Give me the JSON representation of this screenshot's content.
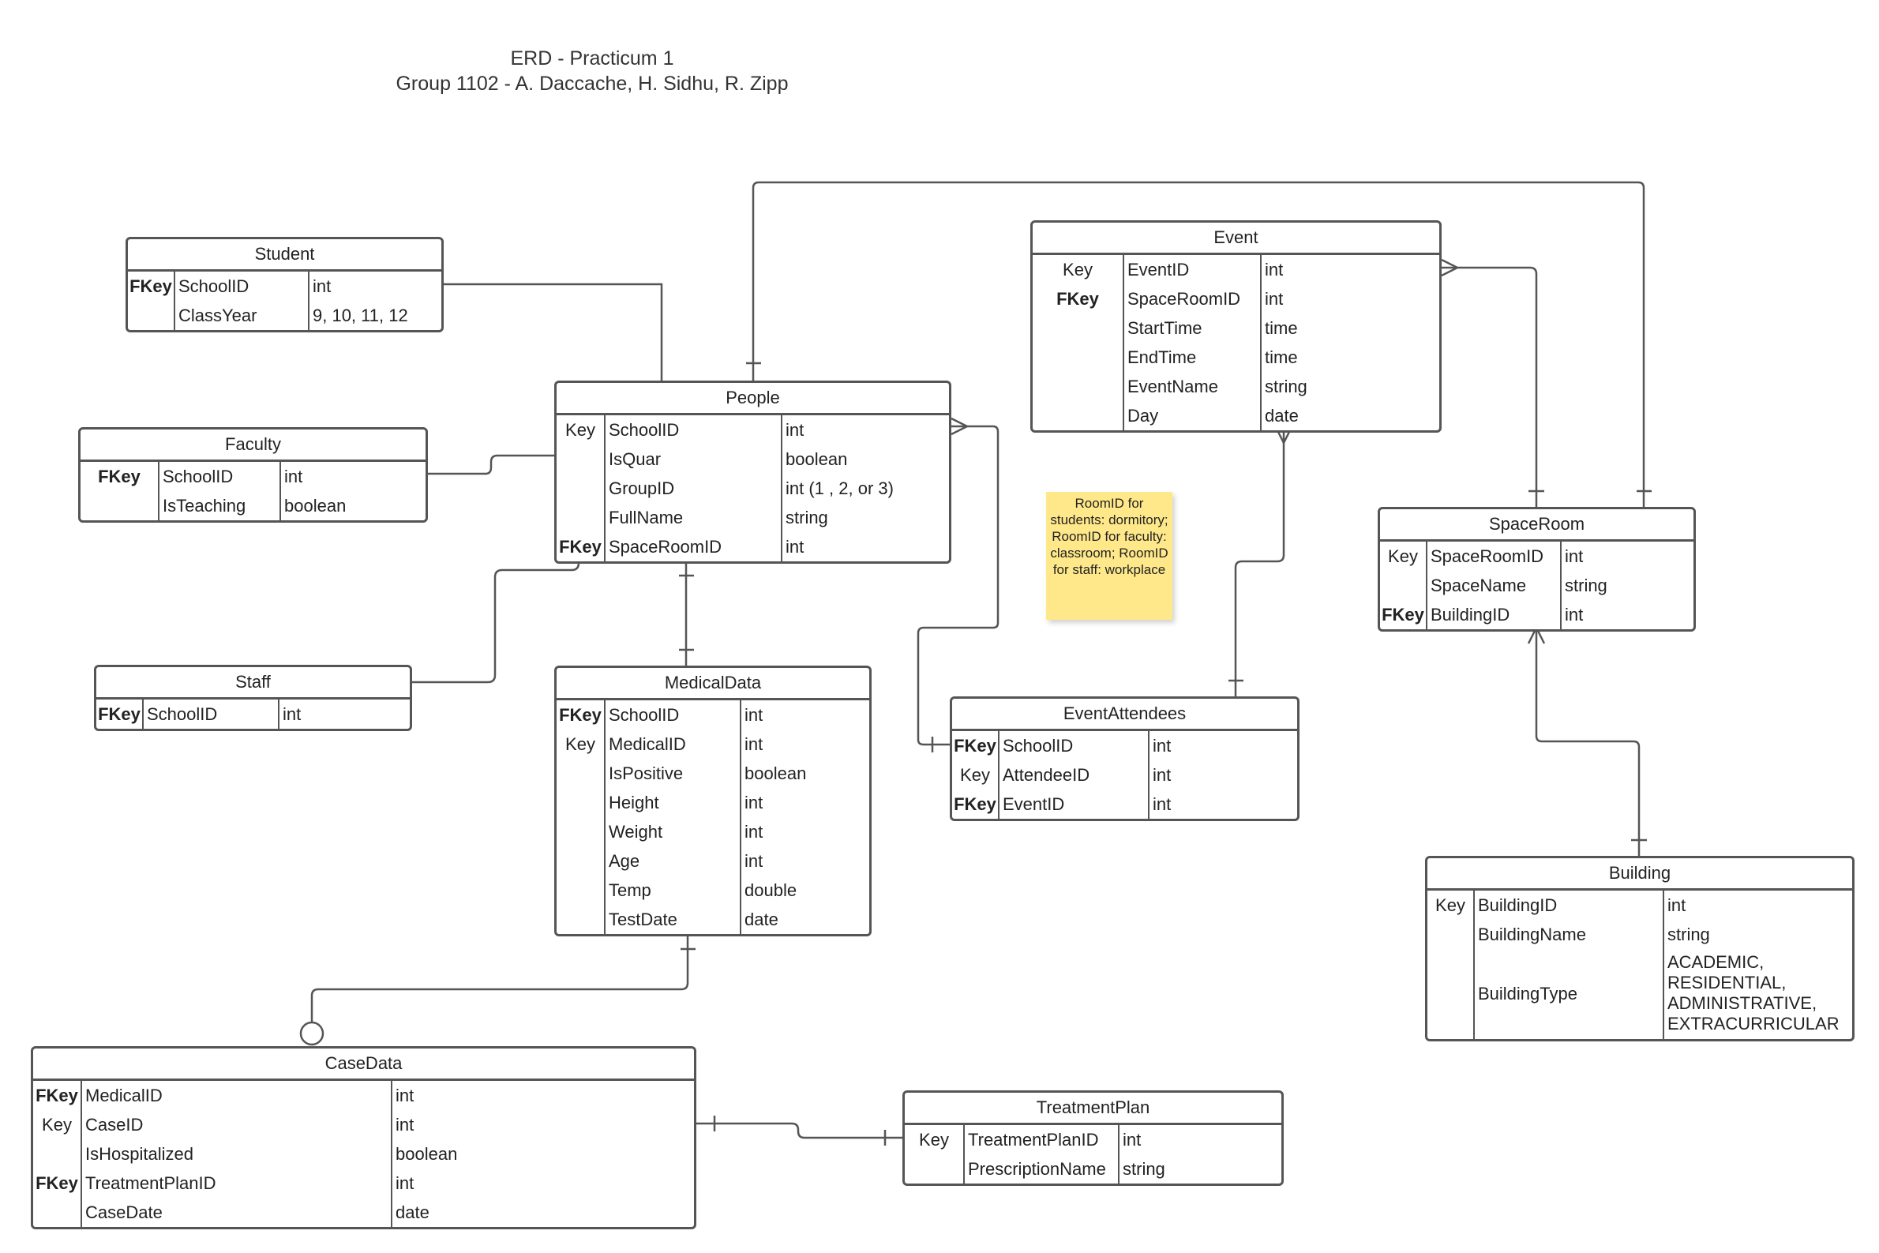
{
  "title": {
    "line1": "ERD - Practicum 1",
    "line2": "Group 1102 - A. Daccache, H. Sidhu, R. Zipp"
  },
  "note": "RoomID for students: dormitory; RoomID for faculty: classroom; RoomID for staff: workplace",
  "entities": {
    "student": {
      "name": "Student",
      "rows": [
        {
          "key": "FKey",
          "field": "SchoolID",
          "type": "int"
        },
        {
          "key": "",
          "field": "ClassYear",
          "type": "9, 10, 11, 12"
        }
      ]
    },
    "faculty": {
      "name": "Faculty",
      "rows": [
        {
          "key": "FKey",
          "field": "SchoolID",
          "type": "int"
        },
        {
          "key": "",
          "field": "IsTeaching",
          "type": "boolean"
        }
      ]
    },
    "staff": {
      "name": "Staff",
      "rows": [
        {
          "key": "FKey",
          "field": "SchoolID",
          "type": "int"
        }
      ]
    },
    "people": {
      "name": "People",
      "rows": [
        {
          "key": "Key",
          "field": "SchoolID",
          "type": "int"
        },
        {
          "key": "",
          "field": "IsQuar",
          "type": "boolean"
        },
        {
          "key": "",
          "field": "GroupID",
          "type": "int (1 , 2, or 3)"
        },
        {
          "key": "",
          "field": "FullName",
          "type": "string"
        },
        {
          "key": "FKey",
          "field": "SpaceRoomID",
          "type": "int"
        }
      ]
    },
    "medicaldata": {
      "name": "MedicalData",
      "rows": [
        {
          "key": "FKey",
          "field": "SchoolID",
          "type": "int"
        },
        {
          "key": "Key",
          "field": "MedicalID",
          "type": "int"
        },
        {
          "key": "",
          "field": "IsPositive",
          "type": "boolean"
        },
        {
          "key": "",
          "field": "Height",
          "type": "int"
        },
        {
          "key": "",
          "field": "Weight",
          "type": "int"
        },
        {
          "key": "",
          "field": "Age",
          "type": "int"
        },
        {
          "key": "",
          "field": "Temp",
          "type": "double"
        },
        {
          "key": "",
          "field": "TestDate",
          "type": "date"
        }
      ]
    },
    "event": {
      "name": "Event",
      "rows": [
        {
          "key": "Key",
          "field": "EventID",
          "type": "int"
        },
        {
          "key": "FKey",
          "field": "SpaceRoomID",
          "type": "int"
        },
        {
          "key": "",
          "field": "StartTime",
          "type": "time"
        },
        {
          "key": "",
          "field": "EndTime",
          "type": "time"
        },
        {
          "key": "",
          "field": "EventName",
          "type": "string"
        },
        {
          "key": "",
          "field": "Day",
          "type": "date"
        }
      ]
    },
    "eventattendees": {
      "name": "EventAttendees",
      "rows": [
        {
          "key": "FKey",
          "field": "SchoolID",
          "type": "int"
        },
        {
          "key": "Key",
          "field": "AttendeeID",
          "type": "int"
        },
        {
          "key": "FKey",
          "field": "EventID",
          "type": "int"
        }
      ]
    },
    "spaceroom": {
      "name": "SpaceRoom",
      "rows": [
        {
          "key": "Key",
          "field": "SpaceRoomID",
          "type": "int"
        },
        {
          "key": "",
          "field": "SpaceName",
          "type": "string"
        },
        {
          "key": "FKey",
          "field": "BuildingID",
          "type": "int"
        }
      ]
    },
    "building": {
      "name": "Building",
      "rows": [
        {
          "key": "Key",
          "field": "BuildingID",
          "type": "int"
        },
        {
          "key": "",
          "field": "BuildingName",
          "type": "string"
        },
        {
          "key": "",
          "field": "BuildingType",
          "type": "ACADEMIC, RESIDENTIAL, ADMINISTRATIVE, EXTRACURRICULAR"
        }
      ]
    },
    "casedata": {
      "name": "CaseData",
      "rows": [
        {
          "key": "FKey",
          "field": "MedicalID",
          "type": "int"
        },
        {
          "key": "Key",
          "field": "CaseID",
          "type": "int"
        },
        {
          "key": "",
          "field": "IsHospitalized",
          "type": "boolean"
        },
        {
          "key": "FKey",
          "field": "TreatmentPlanID",
          "type": "int"
        },
        {
          "key": "",
          "field": "CaseDate",
          "type": "date"
        }
      ]
    },
    "treatmentplan": {
      "name": "TreatmentPlan",
      "rows": [
        {
          "key": "Key",
          "field": "TreatmentPlanID",
          "type": "int"
        },
        {
          "key": "",
          "field": "PrescriptionName",
          "type": "string"
        }
      ]
    }
  }
}
